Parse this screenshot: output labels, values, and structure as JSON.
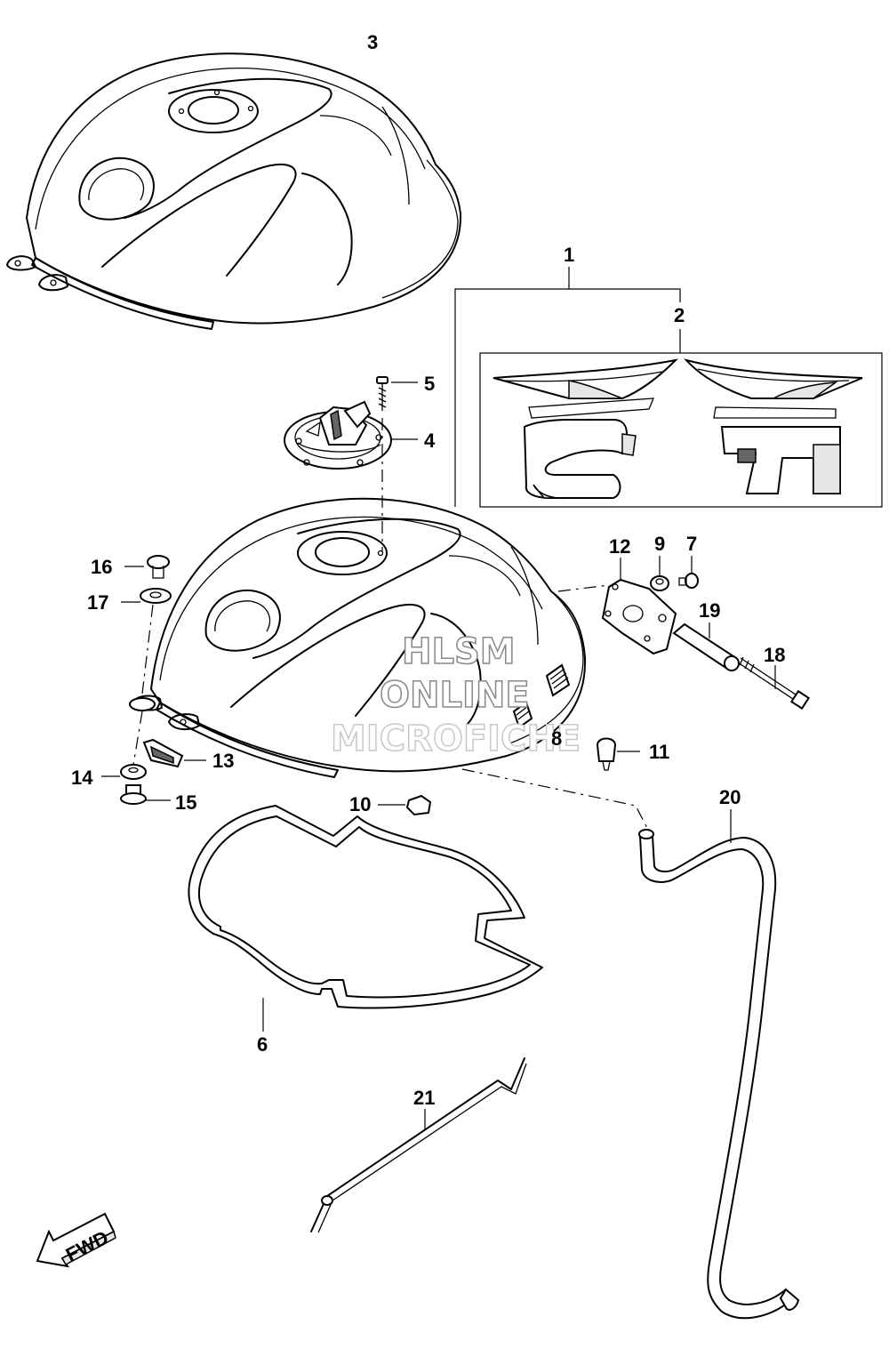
{
  "callouts": [
    {
      "id": "1",
      "label": "1"
    },
    {
      "id": "2",
      "label": "2"
    },
    {
      "id": "3",
      "label": "3"
    },
    {
      "id": "4",
      "label": "4"
    },
    {
      "id": "5",
      "label": "5"
    },
    {
      "id": "6",
      "label": "6"
    },
    {
      "id": "7",
      "label": "7"
    },
    {
      "id": "8",
      "label": "8"
    },
    {
      "id": "9",
      "label": "9"
    },
    {
      "id": "10",
      "label": "10"
    },
    {
      "id": "11",
      "label": "11"
    },
    {
      "id": "12",
      "label": "12"
    },
    {
      "id": "13",
      "label": "13"
    },
    {
      "id": "14",
      "label": "14"
    },
    {
      "id": "15",
      "label": "15"
    },
    {
      "id": "16",
      "label": "16"
    },
    {
      "id": "17",
      "label": "17"
    },
    {
      "id": "18",
      "label": "18"
    },
    {
      "id": "19",
      "label": "19"
    },
    {
      "id": "20",
      "label": "20"
    },
    {
      "id": "21",
      "label": "21"
    }
  ],
  "watermark": {
    "line1": "HLSM",
    "line2": "ONLINE",
    "line3": "MICROFICHE"
  },
  "direction_marker": {
    "label": "FWD"
  }
}
